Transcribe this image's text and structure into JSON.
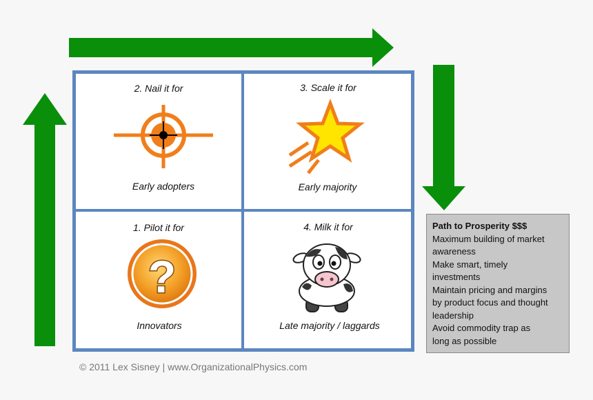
{
  "quadrants": {
    "q2": {
      "title": "2. Nail it for",
      "segment": "Early adopters",
      "icon": "target-crosshair-icon"
    },
    "q3": {
      "title": "3. Scale it for",
      "segment": "Early majority",
      "icon": "shooting-star-icon"
    },
    "q1": {
      "title": "1. Pilot it for",
      "segment": "Innovators",
      "icon": "question-mark-icon"
    },
    "q4": {
      "title": "4. Milk it for",
      "segment": "Late majority / laggards",
      "icon": "cow-icon"
    }
  },
  "info_box": {
    "title": "Path to Prosperity $$$",
    "lines": [
      "Maximum building of market",
      "awareness",
      "Make smart, timely",
      "investments",
      "Maintain pricing and margins",
      "by product focus and thought",
      "leadership",
      "Avoid commodity trap as",
      "long as possible"
    ]
  },
  "copyright": "© 2011 Lex Sisney | www.OrganizationalPhysics.com",
  "colors": {
    "arrow_green": "#0a8f0a",
    "grid_border": "#5b86c0",
    "target_orange": "#f07f1b",
    "star_yellow": "#ffe500",
    "box_gray": "#c7c7c7"
  }
}
